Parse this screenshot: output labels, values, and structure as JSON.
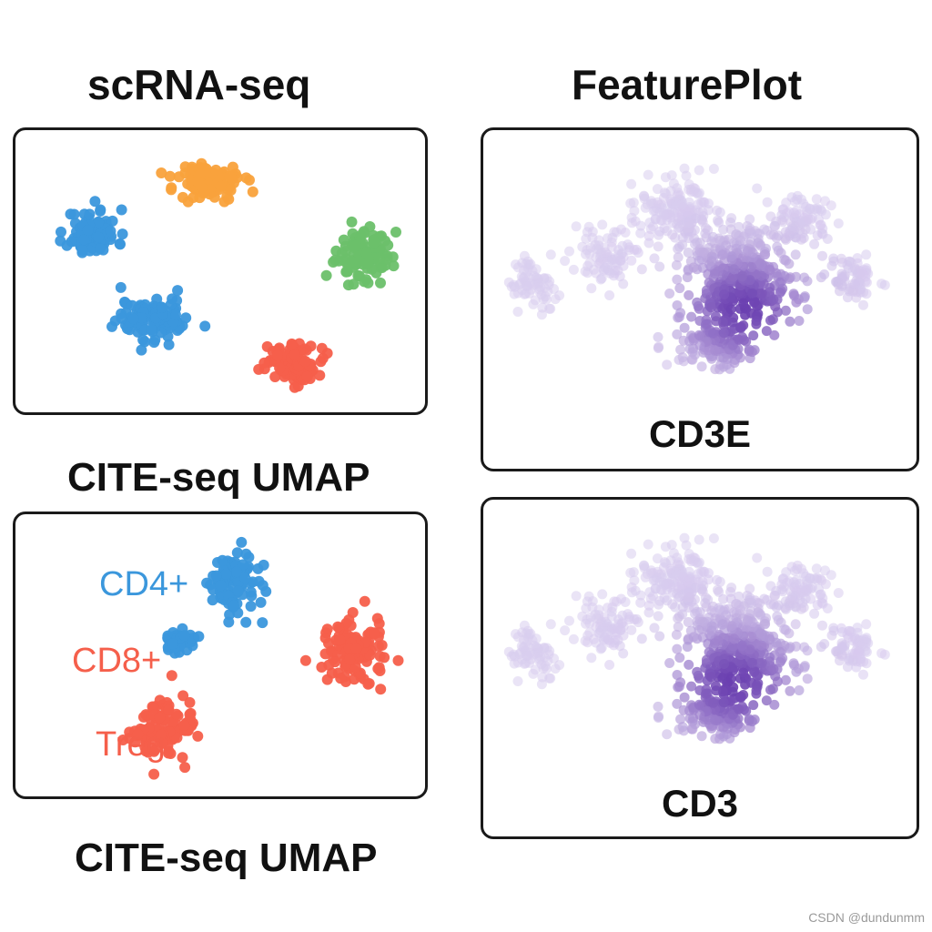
{
  "headings": {
    "scrna": "scRNA-seq",
    "featureplot": "FeaturePlot",
    "cite_top": "CITE-seq UMAP",
    "cite_bottom": "CITE-seq UMAP"
  },
  "watermark": "CSDN @dundunmm",
  "colors": {
    "blue": "#3b97dc",
    "orange": "#f9a23c",
    "green": "#6cc06a",
    "red": "#f55f4b",
    "purple_high": "#6a3fb0",
    "purple_low": "#d9cdef"
  },
  "chart_data": [
    {
      "type": "scatter",
      "title": "scRNA-seq",
      "clusters": [
        {
          "color": "blue",
          "center": [
            -3.0,
            0.9
          ],
          "spread": [
            0.55,
            0.6
          ]
        },
        {
          "color": "orange",
          "center": [
            -0.7,
            2.1
          ],
          "spread": [
            0.75,
            0.5
          ]
        },
        {
          "color": "green",
          "center": [
            2.3,
            0.4
          ],
          "spread": [
            0.6,
            0.65
          ]
        },
        {
          "color": "blue",
          "center": [
            -1.8,
            -1.1
          ],
          "spread": [
            0.8,
            0.55
          ]
        },
        {
          "color": "red",
          "center": [
            0.9,
            -2.1
          ],
          "spread": [
            0.55,
            0.6
          ]
        }
      ],
      "xlim": [
        -4.5,
        3.5
      ],
      "ylim": [
        -3.3,
        3.3
      ]
    },
    {
      "type": "scatter",
      "title": "CITE-seq UMAP",
      "clusters": [
        {
          "name": "CD4+",
          "color": "blue",
          "center": [
            0.3,
            1.7
          ],
          "spread": [
            0.45,
            0.75
          ]
        },
        {
          "name": "CD4+",
          "color": "blue",
          "center": [
            -0.6,
            0.4
          ],
          "spread": [
            0.3,
            0.3
          ]
        },
        {
          "name": "CD8+",
          "color": "red",
          "center": [
            2.2,
            0.2
          ],
          "spread": [
            0.6,
            0.75
          ]
        },
        {
          "name": "Treg",
          "color": "red",
          "center": [
            -0.8,
            -1.5
          ],
          "spread": [
            0.55,
            0.75
          ]
        }
      ],
      "labels": [
        {
          "text": "CD4+",
          "color": "blue"
        },
        {
          "text": "CD8+",
          "color": "red"
        },
        {
          "text": "Treg",
          "color": "red"
        }
      ],
      "xlim": [
        -3.2,
        3.4
      ],
      "ylim": [
        -3.0,
        3.2
      ]
    },
    {
      "type": "scatter",
      "feature": "CD3E",
      "expression_peak": [
        0.8,
        -0.6
      ],
      "colormap": [
        "purple_low",
        "purple_high"
      ]
    },
    {
      "type": "scatter",
      "feature": "CD3",
      "expression_peak": [
        0.6,
        -0.7
      ],
      "colormap": [
        "purple_low",
        "purple_high"
      ]
    }
  ]
}
